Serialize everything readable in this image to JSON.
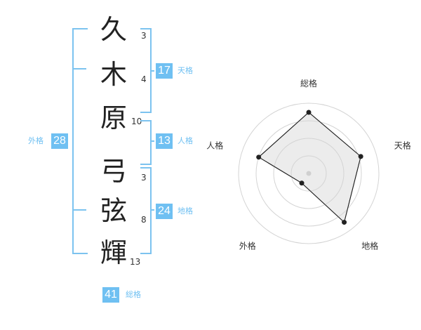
{
  "name": {
    "chars": [
      {
        "char": "久",
        "strokes": "3"
      },
      {
        "char": "木",
        "strokes": "4"
      },
      {
        "char": "原",
        "strokes": "10"
      },
      {
        "char": "弓",
        "strokes": "3"
      },
      {
        "char": "弦",
        "strokes": "8"
      },
      {
        "char": "輝",
        "strokes": "13"
      }
    ]
  },
  "kaku": {
    "tenkaku": {
      "value": "17",
      "label": "天格"
    },
    "jinkaku": {
      "value": "13",
      "label": "人格"
    },
    "chikaku": {
      "value": "24",
      "label": "地格"
    },
    "gaikaku": {
      "value": "28",
      "label": "外格"
    },
    "soukaku": {
      "value": "41",
      "label": "総格"
    }
  },
  "accent_color": "#6fc0f2",
  "chart_data": {
    "type": "radar",
    "axes": [
      "総格",
      "天格",
      "地格",
      "外格",
      "人格"
    ],
    "values": [
      0.87,
      0.78,
      0.86,
      0.17,
      0.75
    ],
    "range": [
      0,
      1
    ],
    "rings": 4,
    "fill": "#ececec",
    "stroke": "#222222"
  }
}
